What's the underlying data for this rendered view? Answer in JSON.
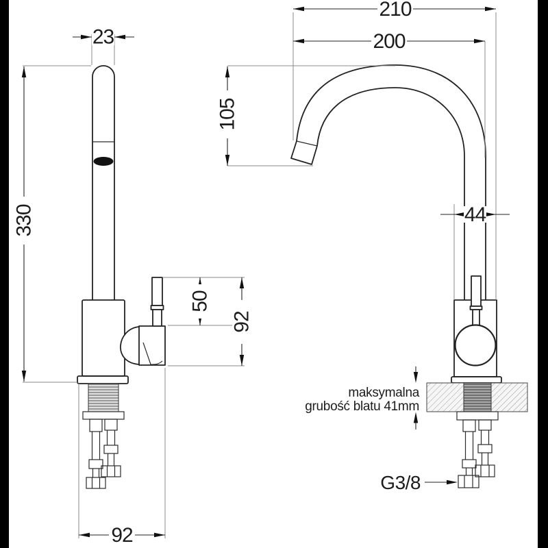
{
  "dimensions": {
    "spout_diameter": "23",
    "total_height": "330",
    "overall_width": "210",
    "spout_reach": "200",
    "spout_drop": "105",
    "handle_length": "50",
    "body_height": "92",
    "body_width": "44",
    "base_depth": "92",
    "thread_size": "G3/8"
  },
  "annotations": {
    "counter_note_line1": "maksymalna",
    "counter_note_line2": "grubość blatu 41mm"
  },
  "colors": {
    "line": "#222222",
    "extension_line": "#8a8a8a",
    "frame_bar": "#000000",
    "hatch": "#9b9b9b",
    "paper": "#ffffff"
  }
}
